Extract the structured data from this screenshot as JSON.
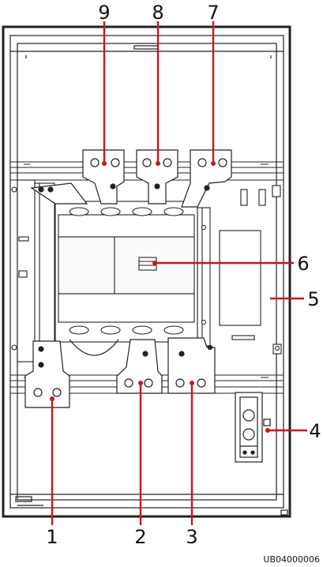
{
  "callouts": {
    "c1": "1",
    "c2": "2",
    "c3": "3",
    "c4": "4",
    "c5": "5",
    "c6": "6",
    "c7": "7",
    "c8": "8",
    "c9": "9"
  },
  "figure_code": "UB04000006",
  "colors": {
    "leader": "#c8161d",
    "line": "#222222",
    "fill": "#ffffff",
    "shade": "#e9e9e9"
  }
}
